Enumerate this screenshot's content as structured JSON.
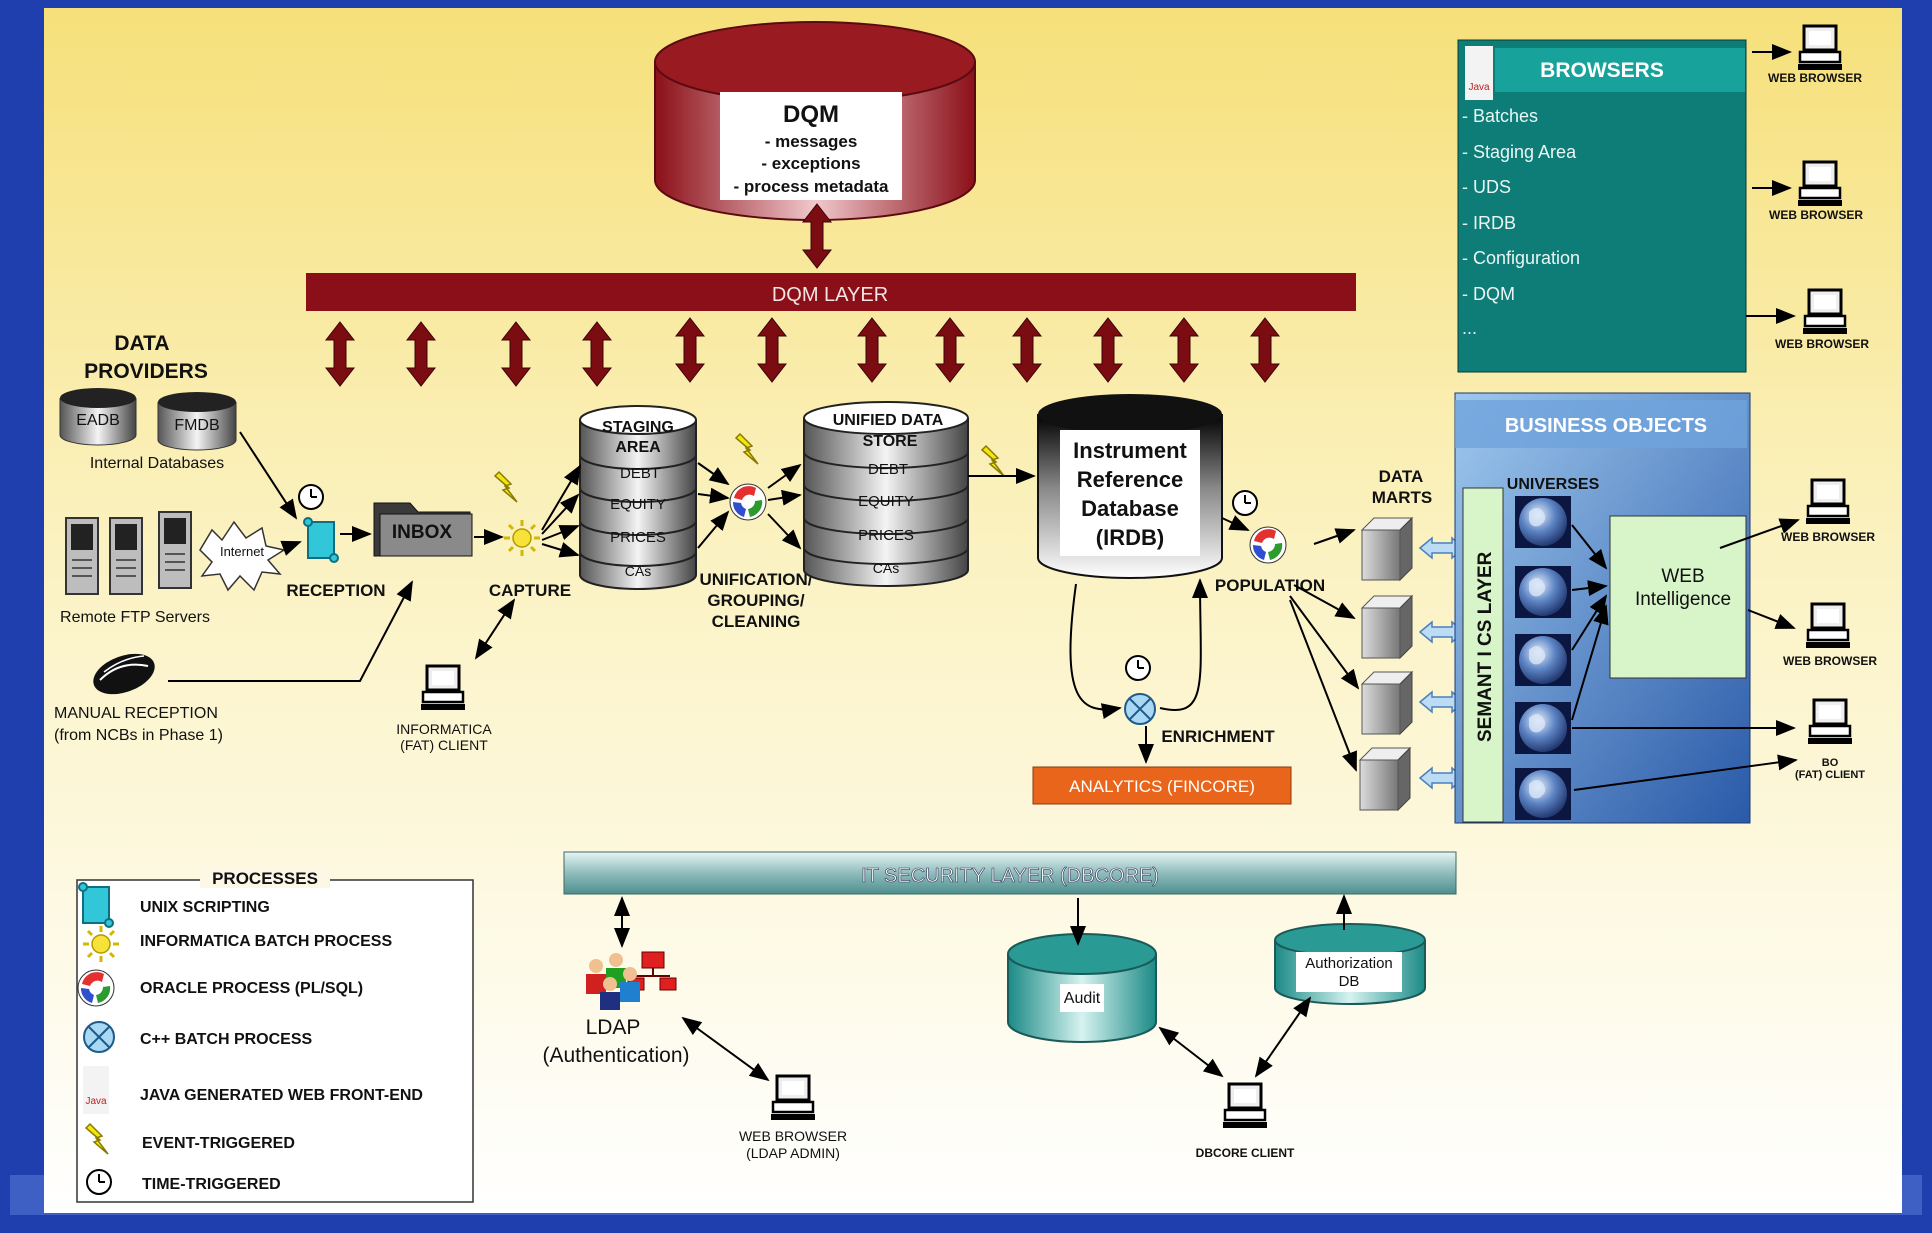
{
  "dqm": {
    "title": "DQM",
    "line1": "- messages",
    "line2": "- exceptions",
    "line3": "- process metadata"
  },
  "dqm_layer": "DQM LAYER",
  "data_providers": {
    "title1": "DATA",
    "title2": "PROVIDERS",
    "eadb": "EADB",
    "fmdb": "FMDB",
    "internal": "Internal Databases",
    "internet": "Internet",
    "remote": "Remote FTP Servers",
    "manual1": "MANUAL RECEPTION",
    "manual2": "(from NCBs in Phase 1)"
  },
  "flow": {
    "reception": "RECEPTION",
    "inbox": "INBOX",
    "capture": "CAPTURE",
    "informatica1": "INFORMATICA",
    "informatica2": "(FAT) CLIENT",
    "unification1": "UNIFICATION/",
    "unification2": "GROUPING/",
    "unification3": "CLEANING",
    "population": "POPULATION",
    "enrichment": "ENRICHMENT",
    "analytics": "ANALYTICS (FINCORE)"
  },
  "staging": {
    "title1": "STAGING",
    "title2": "AREA",
    "rows": [
      "DEBT",
      "EQUITY",
      "PRICES",
      "CAs"
    ]
  },
  "uds": {
    "title1": "UNIFIED DATA",
    "title2": "STORE",
    "rows": [
      "DEBT",
      "EQUITY",
      "PRICES",
      "CAs"
    ]
  },
  "irdb": {
    "line1": "Instrument",
    "line2": "Reference",
    "line3": "Database",
    "line4": "(IRDB)"
  },
  "data_marts": {
    "title1": "DATA",
    "title2": "MARTS"
  },
  "browsers": {
    "title": "BROWSERS",
    "items": [
      "- Batches",
      "- Staging Area",
      "- UDS",
      "- IRDB",
      "- Configuration",
      "- DQM",
      "..."
    ],
    "java": "Java"
  },
  "web_browser": "WEB BROWSER",
  "business_objects": {
    "title": "BUSINESS OBJECTS",
    "universes": "UNIVERSES",
    "semantics": "SEMANT I CS LAYER",
    "webi1": "WEB",
    "webi2": "Intelligence",
    "bo1": "BO",
    "bo2": "(FAT) CLIENT"
  },
  "security": {
    "layer": "IT SECURITY LAYER (DBCORE)",
    "audit": "Audit",
    "auth1": "Authorization",
    "auth2": "DB",
    "ldap1": "LDAP",
    "ldap2": "(Authentication)",
    "web1": "WEB BROWSER",
    "web2": "(LDAP ADMIN)",
    "dbcore": "DBCORE CLIENT"
  },
  "legend": {
    "title": "PROCESSES",
    "items": [
      "UNIX SCRIPTING",
      "INFORMATICA BATCH PROCESS",
      "ORACLE PROCESS (PL/SQL)",
      "C++ BATCH PROCESS",
      "JAVA GENERATED WEB FRONT-END",
      "EVENT-TRIGGERED",
      "TIME-TRIGGERED"
    ]
  },
  "colors": {
    "frame": "#1f3fae",
    "dqm_red": "#8b0f18",
    "teal": "#0e7d78",
    "bo_blue": "#3f72b8",
    "orange": "#e8651b",
    "webi": "#d7f5c8"
  }
}
